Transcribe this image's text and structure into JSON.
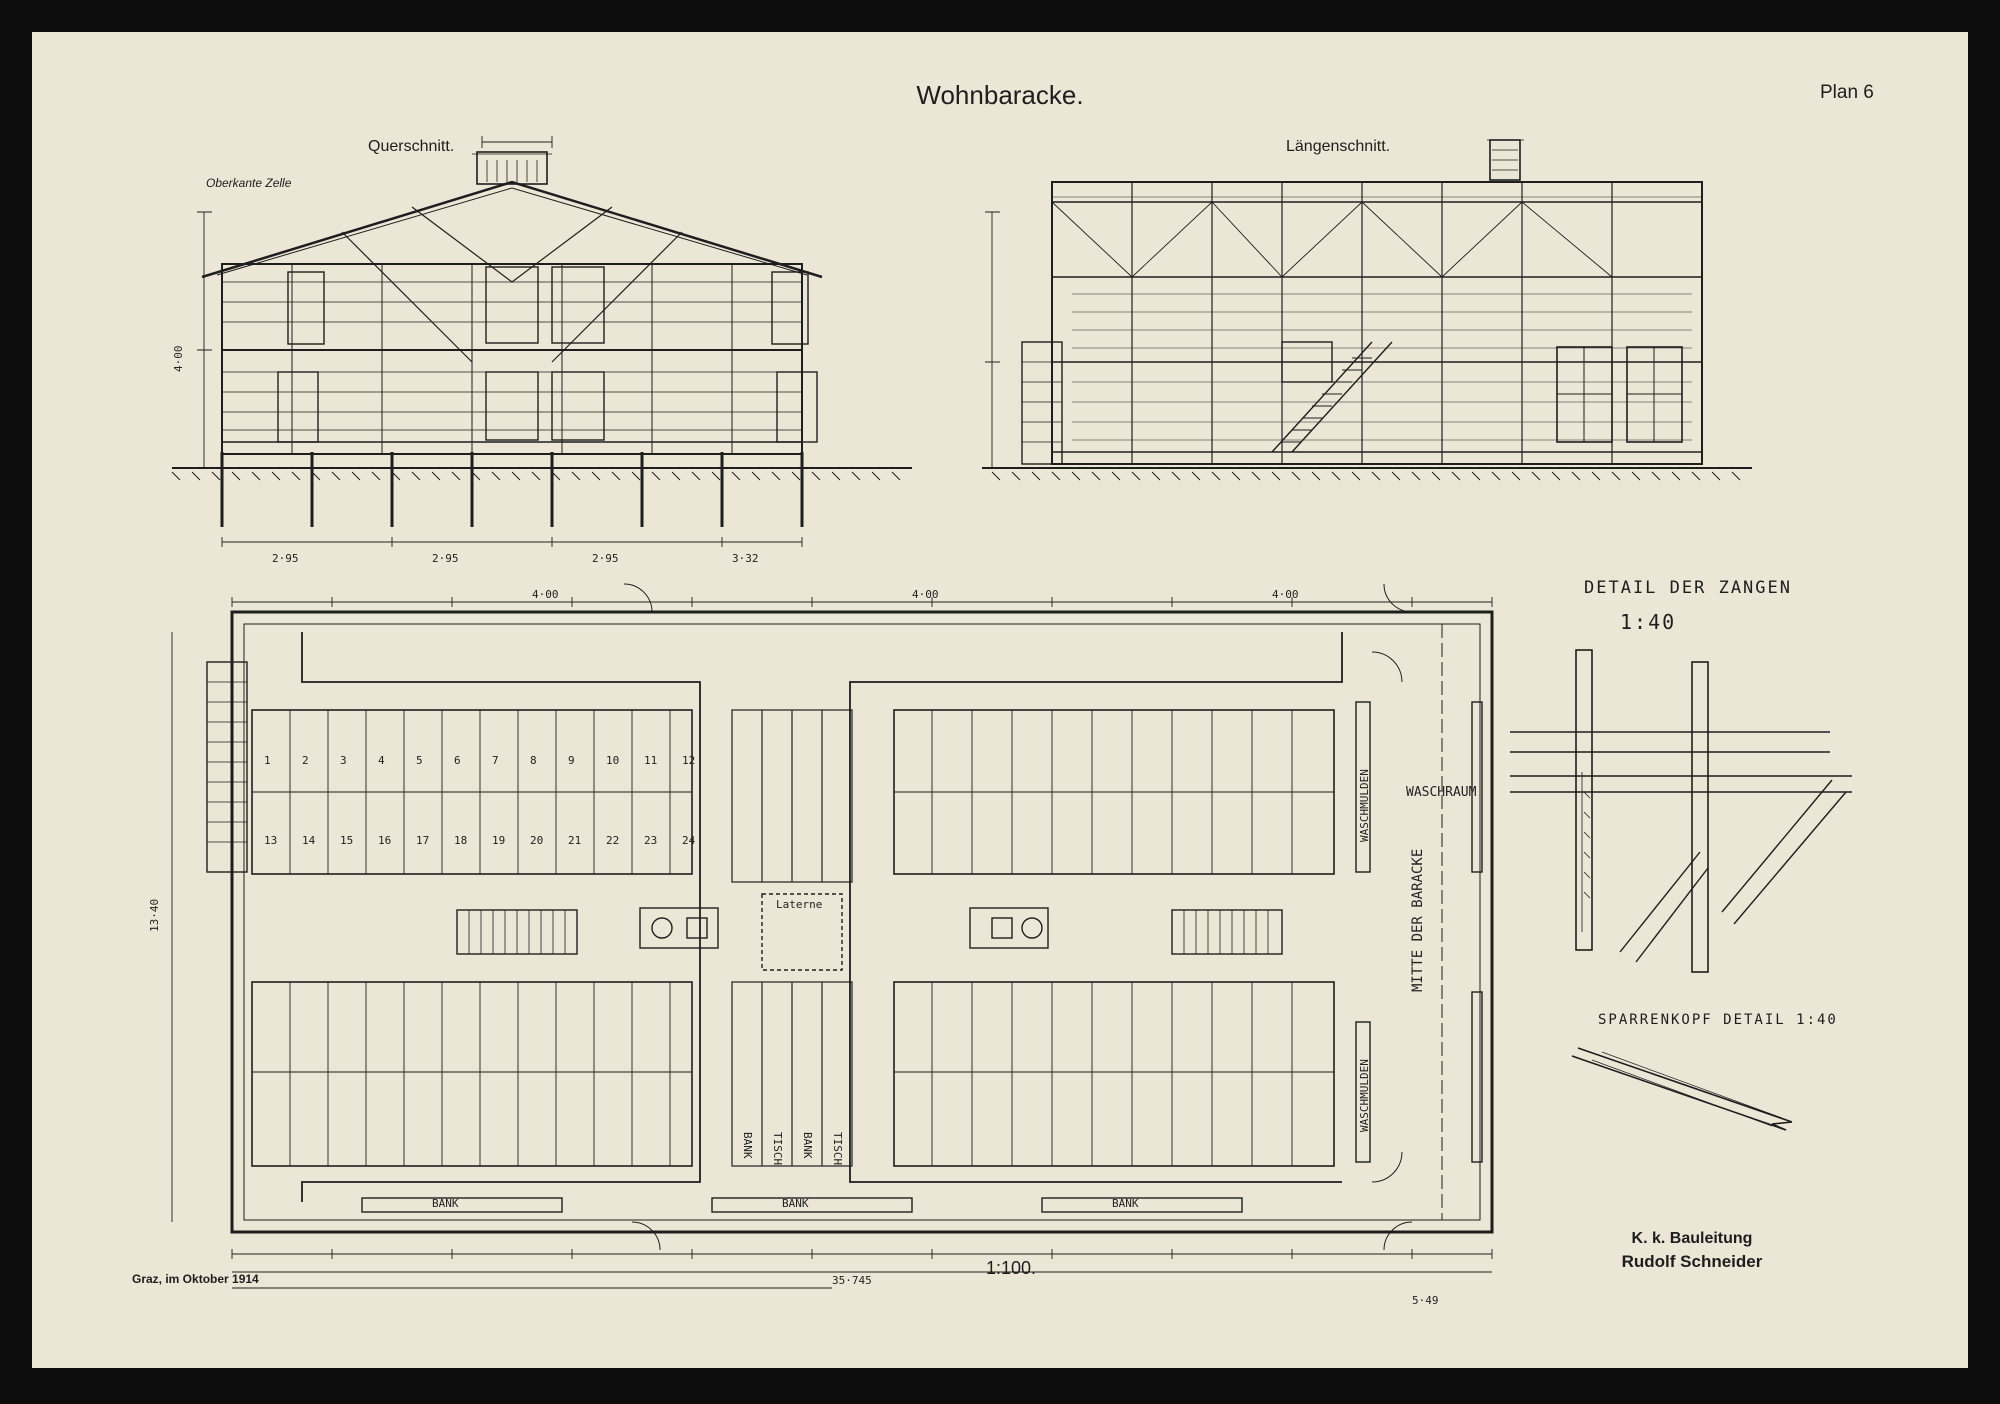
{
  "sheet": {
    "title": "Wohnbaracke.",
    "plan_label": "Plan 6"
  },
  "sections": {
    "cross_section": "Querschnitt.",
    "long_section": "Längenschnitt.",
    "ridge_note": "Oberkante Zelle"
  },
  "details": {
    "zangen": "DETAIL DER ZANGEN",
    "zangen_scale": "1:40",
    "sparrenkopf": "SPARRENKOPF DETAIL 1:40"
  },
  "plan_labels": {
    "waschraum": "WASCHRAUM",
    "mitte": "MITTE DER BARACKE",
    "waschmulden": "WASCHMULDEN",
    "laterne": "Laterne",
    "bank": "BANK",
    "tisch": "TISCH",
    "bunk_numbers_top": [
      "1",
      "2",
      "3",
      "4",
      "5",
      "6",
      "7",
      "8",
      "9",
      "10",
      "11",
      "12"
    ],
    "bunk_numbers_bottom": [
      "13",
      "14",
      "15",
      "16",
      "17",
      "18",
      "19",
      "20",
      "21",
      "22",
      "23",
      "24"
    ]
  },
  "dimensions": {
    "total_length": "35·745",
    "half_length": "5·49",
    "bay": "4·00",
    "width": "13·40"
  },
  "footer": {
    "place_date": "Graz, im Oktober 1914",
    "scale": "1:100.",
    "office": "K. k. Bauleitung",
    "name": "Rudolf Schneider"
  },
  "colors": {
    "paper": "#ece6d6",
    "ink": "#1e1e1e",
    "border": "#0c0c0c"
  }
}
